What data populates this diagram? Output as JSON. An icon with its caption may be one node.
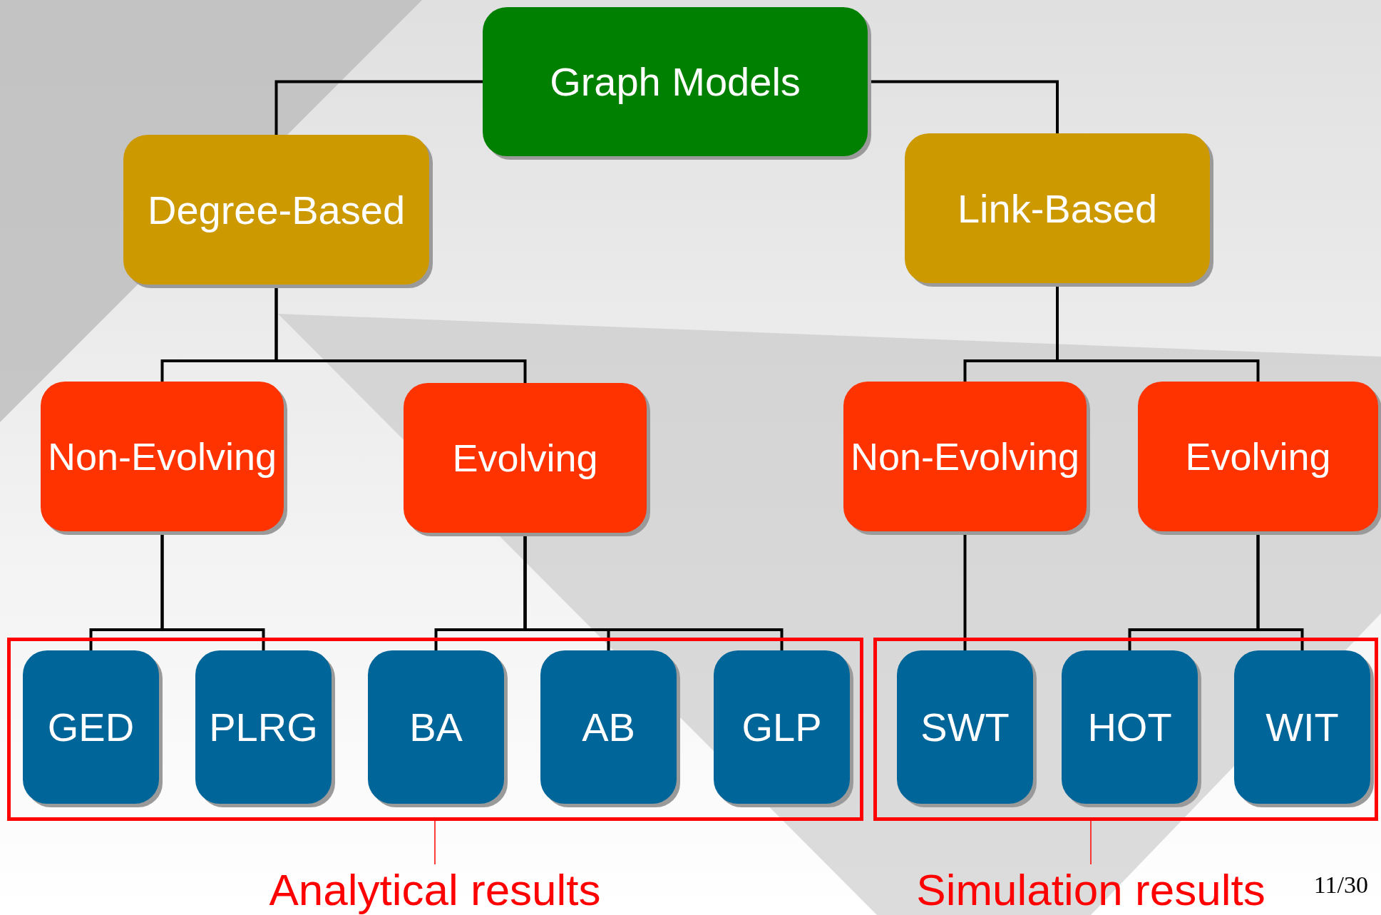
{
  "diagram": {
    "nodes": [
      {
        "text": [
          "Graph Models"
        ]
      },
      {
        "text": [
          "Degree-Based"
        ]
      },
      {
        "text": [
          "Link-Based"
        ]
      },
      {
        "text": [
          "Non-Evolving"
        ]
      },
      {
        "text": [
          "Evolving"
        ]
      },
      {
        "text": [
          "Non-Evolving"
        ]
      },
      {
        "text": [
          "Evolving"
        ]
      },
      {
        "text": [],
        "shape": "box"
      },
      {
        "text": [
          "GED"
        ],
        "in": 7
      },
      {
        "text": [
          "PLRG"
        ],
        "in": 7
      },
      {
        "text": [
          "BA"
        ],
        "in": 7
      },
      {
        "text": [
          "AB"
        ],
        "in": 7
      },
      {
        "text": [
          "GLP"
        ],
        "in": 7
      },
      {
        "text": [],
        "shape": "box"
      },
      {
        "text": [
          "SWT"
        ],
        "in": 13
      },
      {
        "text": [
          "HOT"
        ],
        "in": 13
      },
      {
        "text": [
          "WIT"
        ],
        "in": 13
      },
      {
        "text": [
          "Analytical results"
        ]
      },
      {
        "text": [
          "Simulation results"
        ]
      }
    ],
    "edges": [
      {
        "from": 0,
        "to": 1,
        "arrow": "none"
      },
      {
        "from": 0,
        "to": 2,
        "arrow": "none"
      },
      {
        "from": 1,
        "to": 3,
        "arrow": "none"
      },
      {
        "from": 1,
        "to": 4,
        "arrow": "none"
      },
      {
        "from": 2,
        "to": 5,
        "arrow": "none"
      },
      {
        "from": 2,
        "to": 6,
        "arrow": "none"
      },
      {
        "from": 3,
        "to": 8,
        "arrow": "none"
      },
      {
        "from": 3,
        "to": 9,
        "arrow": "none"
      },
      {
        "from": 4,
        "to": 10,
        "arrow": "none"
      },
      {
        "from": 4,
        "to": 11,
        "arrow": "none"
      },
      {
        "from": 4,
        "to": 12,
        "arrow": "none"
      },
      {
        "from": 5,
        "to": 14,
        "arrow": "none"
      },
      {
        "from": 6,
        "to": 15,
        "arrow": "none"
      },
      {
        "from": 6,
        "to": 16,
        "arrow": "none"
      },
      {
        "from": 17,
        "to": 7,
        "arrow": "none",
        "color": "#ff0000"
      },
      {
        "from": 18,
        "to": 13,
        "arrow": "none",
        "color": "#ff0000"
      }
    ],
    "labels": [
      "11/30"
    ]
  }
}
